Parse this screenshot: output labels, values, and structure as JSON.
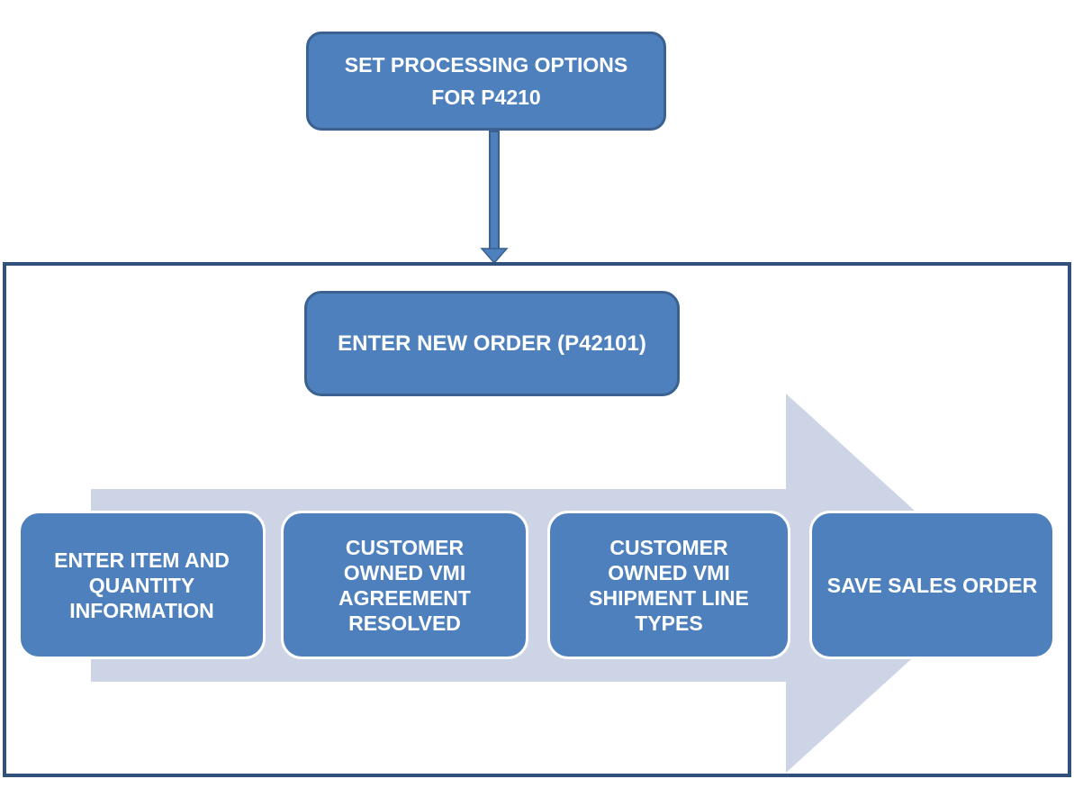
{
  "diagram": {
    "top_box": {
      "label": "SET PROCESSING OPTIONS\nFOR P4210"
    },
    "container": {
      "order_box": {
        "label": "ENTER NEW ORDER (P42101)"
      },
      "steps": [
        {
          "label": "ENTER ITEM AND\nQUANTITY\nINFORMATION"
        },
        {
          "label": "CUSTOMER\nOWNED VMI\nAGREEMENT\nRESOLVED"
        },
        {
          "label": "CUSTOMER\nOWNED VMI\nSHIPMENT LINE\nTYPES"
        },
        {
          "label": "SAVE SALES ORDER"
        }
      ]
    },
    "colors": {
      "box_fill": "#4d80bc",
      "box_border": "#3a618f",
      "bottom_box_border": "#ffffff",
      "flow_arrow": "#cdd4e6",
      "container_border": "#2f517c",
      "connector_fill": "#4d80bc",
      "connector_stroke": "#3a618f",
      "text": "#ffffff"
    }
  }
}
